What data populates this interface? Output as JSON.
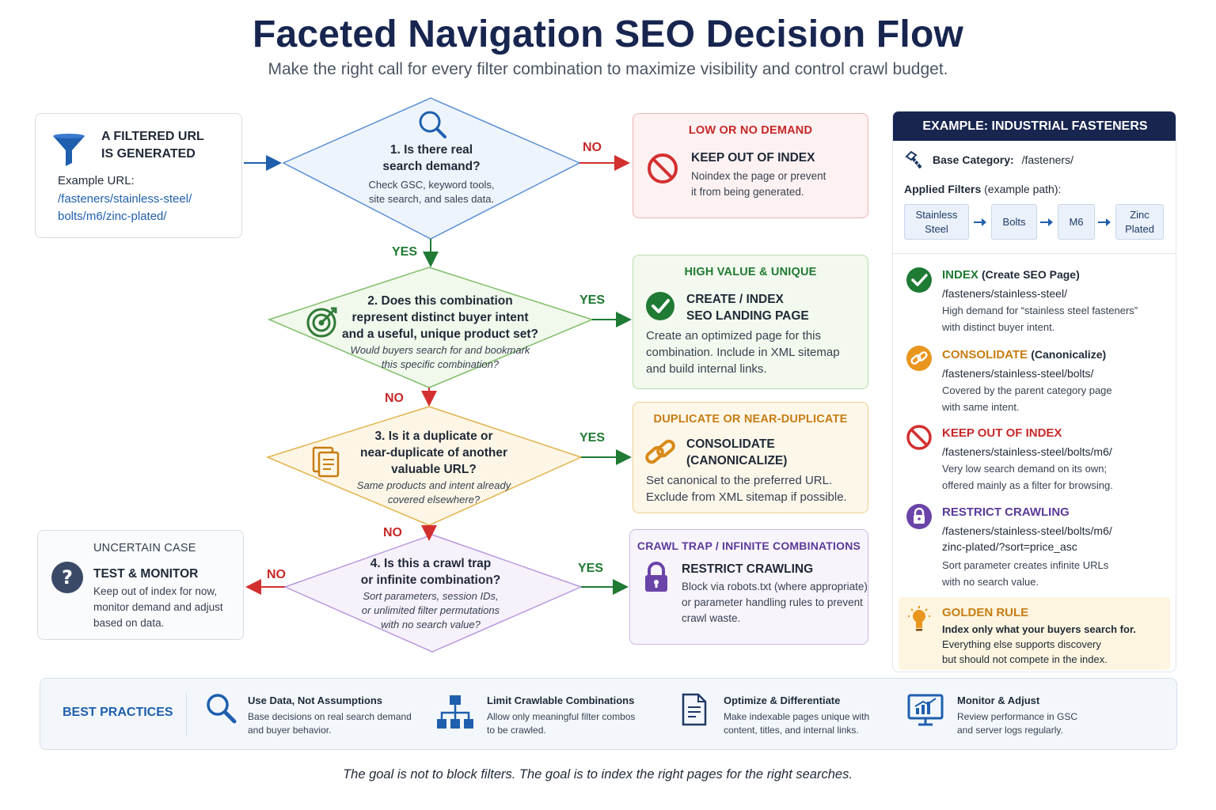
{
  "header": {
    "title": "Faceted Navigation SEO Decision Flow",
    "subtitle": "Make the right call for every filter combination to maximize visibility and control crawl budget."
  },
  "start": {
    "title_line1": "A FILTERED URL",
    "title_line2": "IS GENERATED",
    "example_label": "Example URL:",
    "url_line1": "/fasteners/stainless-steel/",
    "url_line2": "bolts/m6/zinc-plated/"
  },
  "decisions": [
    {
      "q1": "1.  Is there real",
      "q2": "search demand?",
      "s1": "Check GSC, keyword tools,",
      "s2": "site search, and sales data."
    },
    {
      "q1": "2.  Does this combination",
      "q2": "represent distinct buyer intent",
      "q3": "and a useful, unique product set?",
      "s1": "Would buyers search for and bookmark",
      "s2": "this specific combination?"
    },
    {
      "q1": "3.  Is it a duplicate or",
      "q2": "near-duplicate of another",
      "q3": "valuable URL?",
      "s1": "Same products and intent already",
      "s2": "covered elsewhere?"
    },
    {
      "q1": "4.  Is this a crawl trap",
      "q2": "or infinite combination?",
      "s1": "Sort parameters, session IDs,",
      "s2": "or unlimited filter permutations",
      "s3": "with no search value?"
    }
  ],
  "labels": {
    "yes": "YES",
    "no": "NO"
  },
  "outcomes": {
    "low_demand": {
      "header": "LOW OR NO DEMAND",
      "title": "KEEP OUT OF INDEX",
      "body1": "Noindex the page or prevent",
      "body2": "it from being generated."
    },
    "high_value": {
      "header": "HIGH VALUE & UNIQUE",
      "title1": "CREATE / INDEX",
      "title2": "SEO LANDING PAGE",
      "body1": "Create an optimized page for this",
      "body2": "combination. Include in XML sitemap",
      "body3": "and build internal links."
    },
    "duplicate": {
      "header": "DUPLICATE OR NEAR-DUPLICATE",
      "title1": "CONSOLIDATE",
      "title2": "(CANONICALIZE)",
      "body1": "Set canonical to the preferred URL.",
      "body2": "Exclude from XML sitemap if possible."
    },
    "crawl_trap": {
      "header": "CRAWL TRAP / INFINITE COMBINATIONS",
      "title": "RESTRICT CRAWLING",
      "body1": "Block via robots.txt (where appropriate)",
      "body2": "or parameter handling rules to prevent",
      "body3": "crawl waste."
    },
    "uncertain": {
      "header": "UNCERTAIN CASE",
      "title": "TEST & MONITOR",
      "body1": "Keep out of index for now,",
      "body2": "monitor demand and adjust",
      "body3": "based on data."
    }
  },
  "example": {
    "header": "EXAMPLE: INDUSTRIAL FASTENERS",
    "base_label": "Base Category:",
    "base_value": "/fasteners/",
    "filters_label": "Applied Filters",
    "filters_note": "(example path):",
    "chips": [
      {
        "l1": "Stainless",
        "l2": "Steel"
      },
      {
        "l1": "Bolts",
        "l2": ""
      },
      {
        "l1": "M6",
        "l2": ""
      },
      {
        "l1": "Zinc",
        "l2": "Plated"
      }
    ],
    "items": [
      {
        "title": "INDEX",
        "paren": "(Create SEO Page)",
        "url1": "/fasteners/stainless-steel/",
        "url2": "",
        "d1": "High demand for “stainless steel fasteners”",
        "d2": "with distinct buyer intent.",
        "color": "#1f7a33"
      },
      {
        "title": "CONSOLIDATE",
        "paren": "(Canonicalize)",
        "url1": "/fasteners/stainless-steel/bolts/",
        "url2": "",
        "d1": "Covered by the parent category page",
        "d2": "with same intent.",
        "color": "#c77d12"
      },
      {
        "title": "KEEP OUT OF INDEX",
        "paren": "",
        "url1": "/fasteners/stainless-steel/bolts/m6/",
        "url2": "",
        "d1": "Very low search demand on its own;",
        "d2": "offered mainly as a filter for browsing.",
        "color": "#c62828"
      },
      {
        "title": "RESTRICT CRAWLING",
        "paren": "",
        "url1": "/fasteners/stainless-steel/bolts/m6/",
        "url2": "zinc-plated/?sort=price_asc",
        "d1": "Sort parameter creates infinite URLs",
        "d2": "with no search value.",
        "color": "#5b3a9a"
      }
    ],
    "golden": {
      "title": "GOLDEN RULE",
      "l1": "Index only what your buyers search for.",
      "l2": "Everything else supports discovery",
      "l3": "but should not compete in the index."
    }
  },
  "best_practices": {
    "label": "BEST PRACTICES",
    "items": [
      {
        "title": "Use Data, Not Assumptions",
        "d1": "Base decisions on real search demand",
        "d2": "and buyer behavior."
      },
      {
        "title": "Limit Crawlable Combinations",
        "d1": "Allow only meaningful filter combos",
        "d2": "to be crawled."
      },
      {
        "title": "Optimize & Differentiate",
        "d1": "Make indexable pages unique with",
        "d2": "content, titles, and internal links."
      },
      {
        "title": "Monitor & Adjust",
        "d1": "Review performance in GSC",
        "d2": "and server logs regularly."
      }
    ]
  },
  "footer": {
    "text": "The goal is not to block filters. The goal is to index the right pages for the right searches."
  }
}
